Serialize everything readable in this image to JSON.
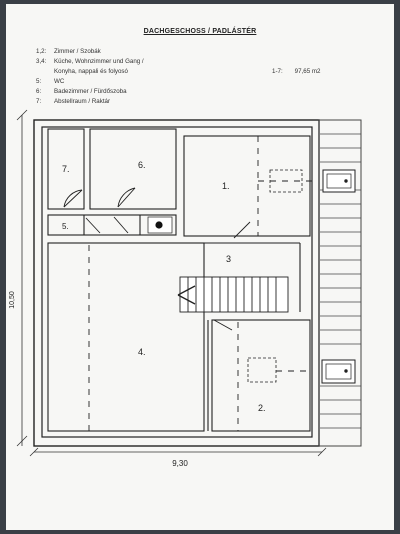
{
  "title": "DACHGESCHOSS / PADLÁSTÉR",
  "legend": [
    {
      "key": "1,2:",
      "text": "Zimmer / Szobák"
    },
    {
      "key": "3,4:",
      "text": "Küche, Wohnzimmer und Gang /"
    },
    {
      "key": "",
      "text": "Konyha, nappali és folyosó"
    },
    {
      "key": "5:",
      "text": "WC"
    },
    {
      "key": "6:",
      "text": "Badezimmer / Fürdőszoba"
    },
    {
      "key": "7:",
      "text": "Abstellraum / Raktár"
    }
  ],
  "area": {
    "range": "1-7:",
    "value": "97,65 m2"
  },
  "rooms": {
    "r1": "1.",
    "r2": "2.",
    "r3": "3",
    "r4": "4.",
    "r5": "5.",
    "r6": "6.",
    "r7": "7."
  },
  "dimensions": {
    "width": "9,30",
    "height": "10,50"
  }
}
